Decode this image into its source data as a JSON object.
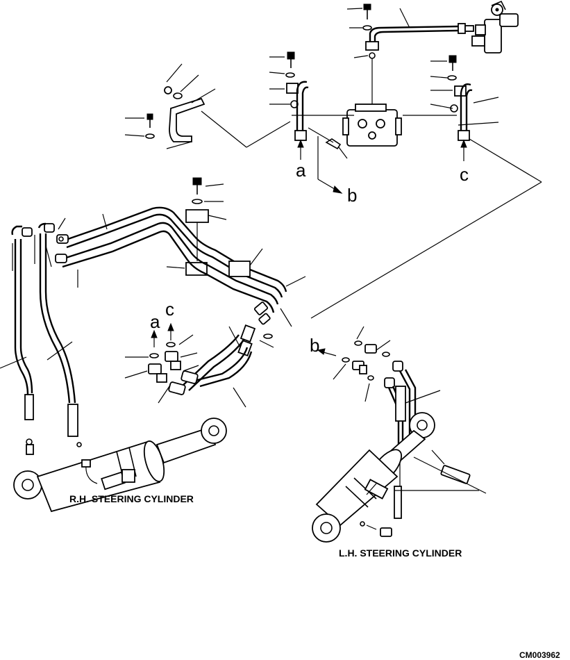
{
  "labels": {
    "rh_cylinder": "R.H. STEERING CYLINDER",
    "lh_cylinder": "L.H. STEERING CYLINDER",
    "drawing_code": "CM003962"
  },
  "refs": {
    "a": "a",
    "b": "b",
    "c": "c"
  }
}
